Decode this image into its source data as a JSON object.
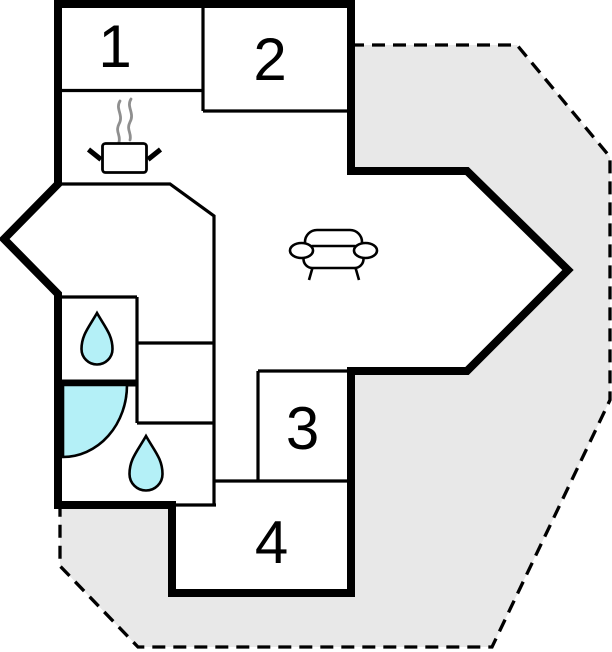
{
  "floorplan": {
    "type": "holiday-house floor plan",
    "rooms": [
      {
        "label": "1"
      },
      {
        "label": "2"
      },
      {
        "label": "3"
      },
      {
        "label": "4"
      }
    ],
    "icons": {
      "kitchen": "stove-pot-with-steam-icon",
      "living_room": "sofa-icon",
      "wc": "water-drop-icon",
      "bathroom": "water-drop-icon",
      "shower": "shower-quarter-circle-icon",
      "terrace": "dashed-boundary-area"
    },
    "colors": {
      "wall": "#000000",
      "water_fixture_fill": "#b4f0f7",
      "terrace_fill": "#e8e8e8",
      "steam": "#8f8f8f",
      "background": "#ffffff"
    }
  }
}
